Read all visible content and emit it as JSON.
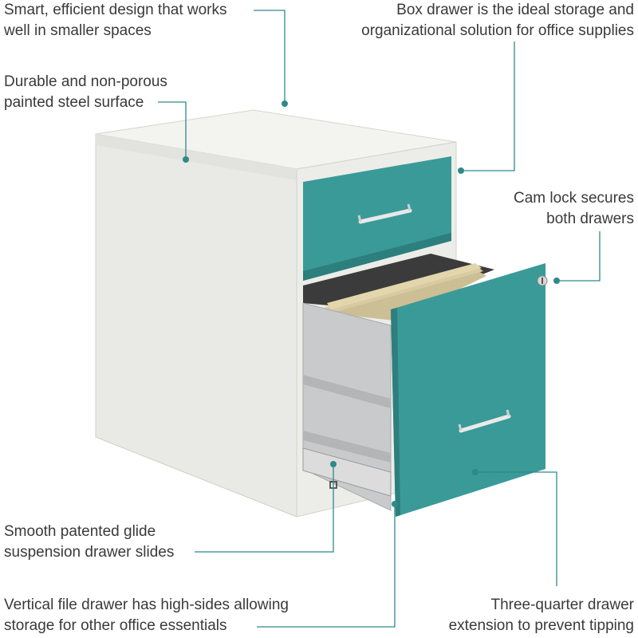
{
  "colors": {
    "accent": "#2f8f8f",
    "drawer_teal": "#3a9a98",
    "cabinet_white": "#efefeb",
    "leader_line": "#2e8a8a"
  },
  "callouts": {
    "smart": {
      "line1": "Smart, efficient design that works",
      "line2": "well in smaller spaces"
    },
    "box": {
      "line1": "Box drawer is the ideal storage and",
      "line2": "organizational solution for office supplies"
    },
    "durable": {
      "line1": "Durable and non-porous",
      "line2": "painted steel surface"
    },
    "cam": {
      "line1": "Cam lock secures",
      "line2": "both drawers"
    },
    "smooth": {
      "line1": "Smooth patented glide",
      "line2": "suspension drawer slides"
    },
    "vertical": {
      "line1": "Vertical file drawer has high-sides allowing",
      "line2": "storage for other office essentials"
    },
    "three": {
      "line1": "Three-quarter drawer",
      "line2": "extension to prevent tipping"
    }
  },
  "icons": {
    "lock": "cam-lock-icon",
    "handle": "drawer-handle-icon"
  }
}
